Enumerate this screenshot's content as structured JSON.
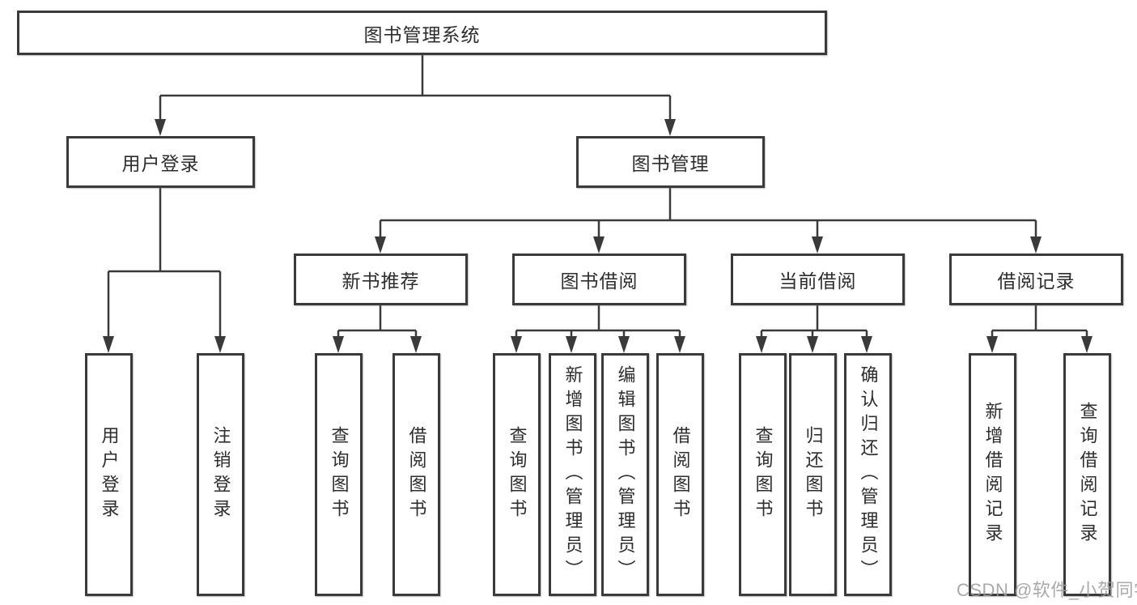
{
  "diagram": {
    "title": "图书管理系统",
    "root": {
      "label": "图书管理系统"
    },
    "level2": {
      "user_login": {
        "label": "用户登录"
      },
      "book_management": {
        "label": "图书管理"
      }
    },
    "level3": {
      "new_book_recommend": {
        "label": "新书推荐"
      },
      "book_borrowing": {
        "label": "图书借阅"
      },
      "current_borrowing": {
        "label": "当前借阅"
      },
      "borrowing_records": {
        "label": "借阅记录"
      }
    },
    "leaves": {
      "user_login": {
        "label": "用户登录"
      },
      "logout": {
        "label": "注销登录"
      },
      "query_book_recommend": {
        "label": "查询图书"
      },
      "borrow_book_recommend": {
        "label": "借阅图书"
      },
      "query_book_borrowing": {
        "label": "查询图书"
      },
      "add_book_admin": {
        "label": "新增图书（管理员）"
      },
      "edit_book_admin": {
        "label": "编辑图书（管理员）"
      },
      "borrow_book_borrowing": {
        "label": "借阅图书"
      },
      "query_book_current": {
        "label": "查询图书"
      },
      "return_book": {
        "label": "归还图书"
      },
      "confirm_return_admin": {
        "label": "确认归还（管理员）"
      },
      "add_borrow_record": {
        "label": "新增借阅记录"
      },
      "query_borrow_record": {
        "label": "查询借阅记录"
      }
    }
  },
  "watermark": {
    "text": "CSDN @软件_小贺同学"
  },
  "colors": {
    "background": "#ffffff",
    "box_border": "#3a3a3a",
    "connector_line": "#3a3a3a",
    "text": "#2d2d2d",
    "watermark_text": "#9b9b9b"
  }
}
